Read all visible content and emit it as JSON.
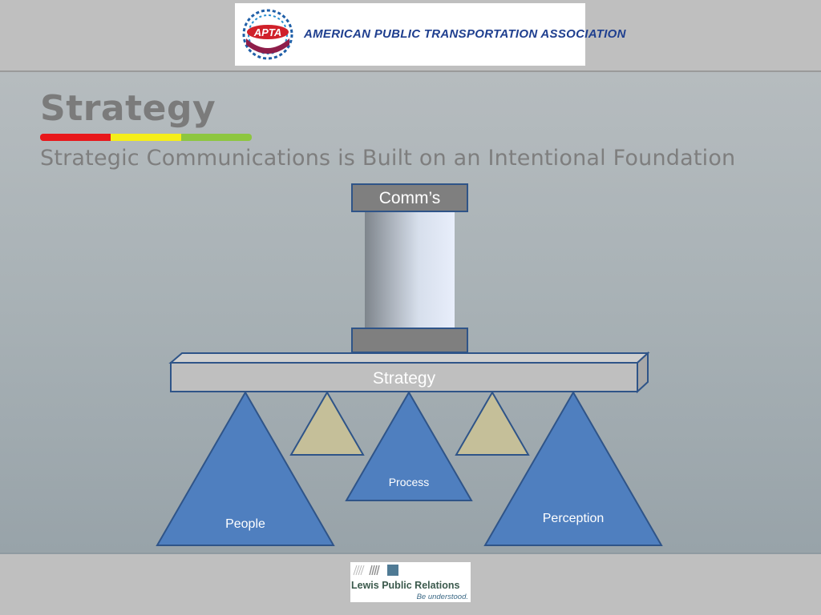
{
  "header": {
    "logo_text": "AMERICAN PUBLIC TRANSPORTATION ASSOCIATION",
    "logo_abbrev": "APTA"
  },
  "slide": {
    "title": "Strategy",
    "subtitle": "Strategic Communications is Built on an Intentional Foundation",
    "title_bar_colors": [
      "#e8171b",
      "#f5ee19",
      "#8dc63f"
    ]
  },
  "diagram": {
    "top_label": "Comm’s",
    "beam_label": "Strategy",
    "pillars": [
      "People",
      "Process",
      "Perception"
    ],
    "colors": {
      "pillar_fill": "#4f7fbf",
      "pillar_stroke": "#2f5488",
      "spacer_fill": "#c5bf99",
      "beam_fill": "#bfbfbf",
      "block_fill": "#7f7f7f"
    }
  },
  "footer": {
    "logo_name": "Lewis Public Relations",
    "logo_tagline": "Be understood."
  }
}
